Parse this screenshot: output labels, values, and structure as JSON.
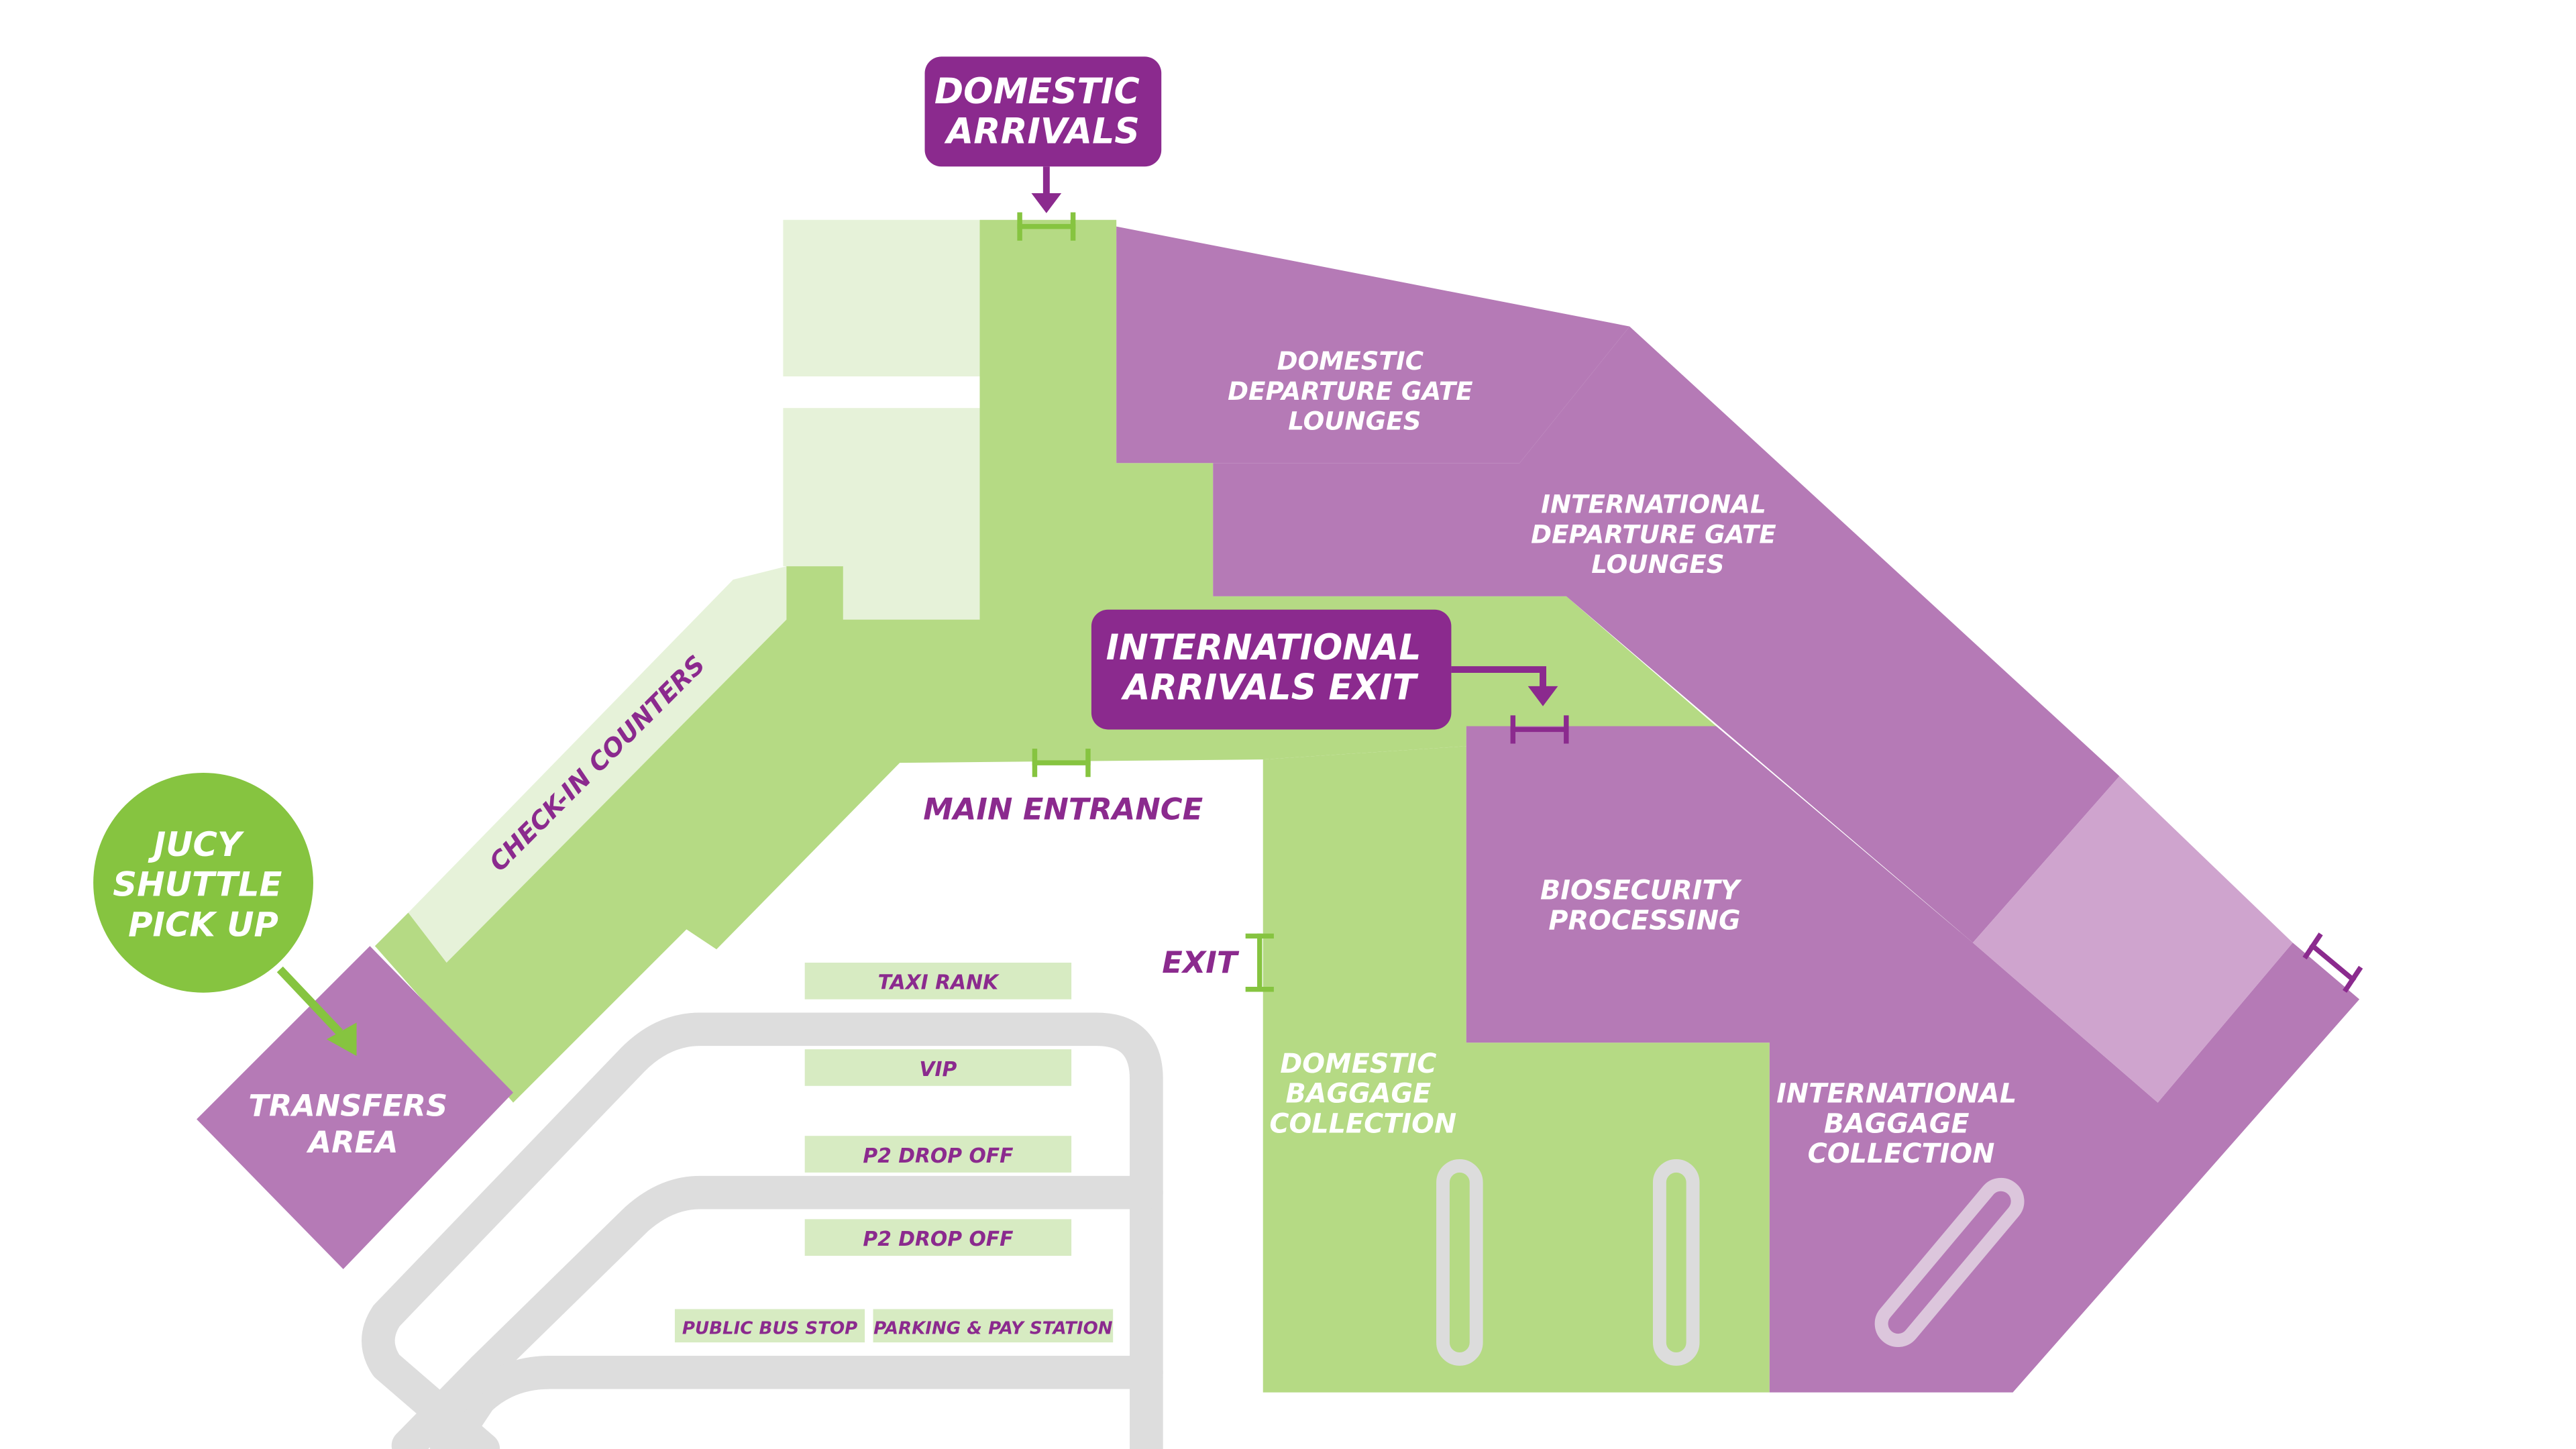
{
  "colors": {
    "purple": "#b57ab6",
    "purple_light": "#cfa4ce",
    "purple_dark": "#8b2a8e",
    "green": "#b5da84",
    "green_light": "#e6f2d9",
    "green_dark": "#86c440",
    "road": "#dddddd",
    "white": "#ffffff"
  },
  "callouts": {
    "domestic_arrivals": [
      "DOMESTIC",
      "ARRIVALS"
    ],
    "international_arrivals_exit": [
      "INTERNATIONAL",
      "ARRIVALS EXIT"
    ],
    "jucy_shuttle": [
      "JUCY",
      "SHUTTLE",
      "PICK UP"
    ]
  },
  "areas": {
    "domestic_departure": [
      "DOMESTIC",
      "DEPARTURE GATE",
      "LOUNGES"
    ],
    "international_departure": [
      "INTERNATIONAL",
      "DEPARTURE GATE",
      "LOUNGES"
    ],
    "biosecurity": [
      "BIOSECURITY",
      "PROCESSING"
    ],
    "domestic_baggage": [
      "DOMESTIC",
      "BAGGAGE",
      "COLLECTION"
    ],
    "international_baggage": [
      "INTERNATIONAL",
      "BAGGAGE",
      "COLLECTION"
    ],
    "transfers": [
      "TRANSFERS",
      "AREA"
    ],
    "check_in": "CHECK-IN COUNTERS",
    "main_entrance": "MAIN ENTRANCE",
    "exit": "EXIT"
  },
  "forecourt": {
    "taxi_rank": "TAXI RANK",
    "vip": "VIP",
    "p2_drop_off_1": "P2 DROP OFF",
    "p2_drop_off_2": "P2 DROP OFF",
    "public_bus_stop": "PUBLIC BUS STOP",
    "parking_pay_station": "PARKING & PAY STATION"
  }
}
